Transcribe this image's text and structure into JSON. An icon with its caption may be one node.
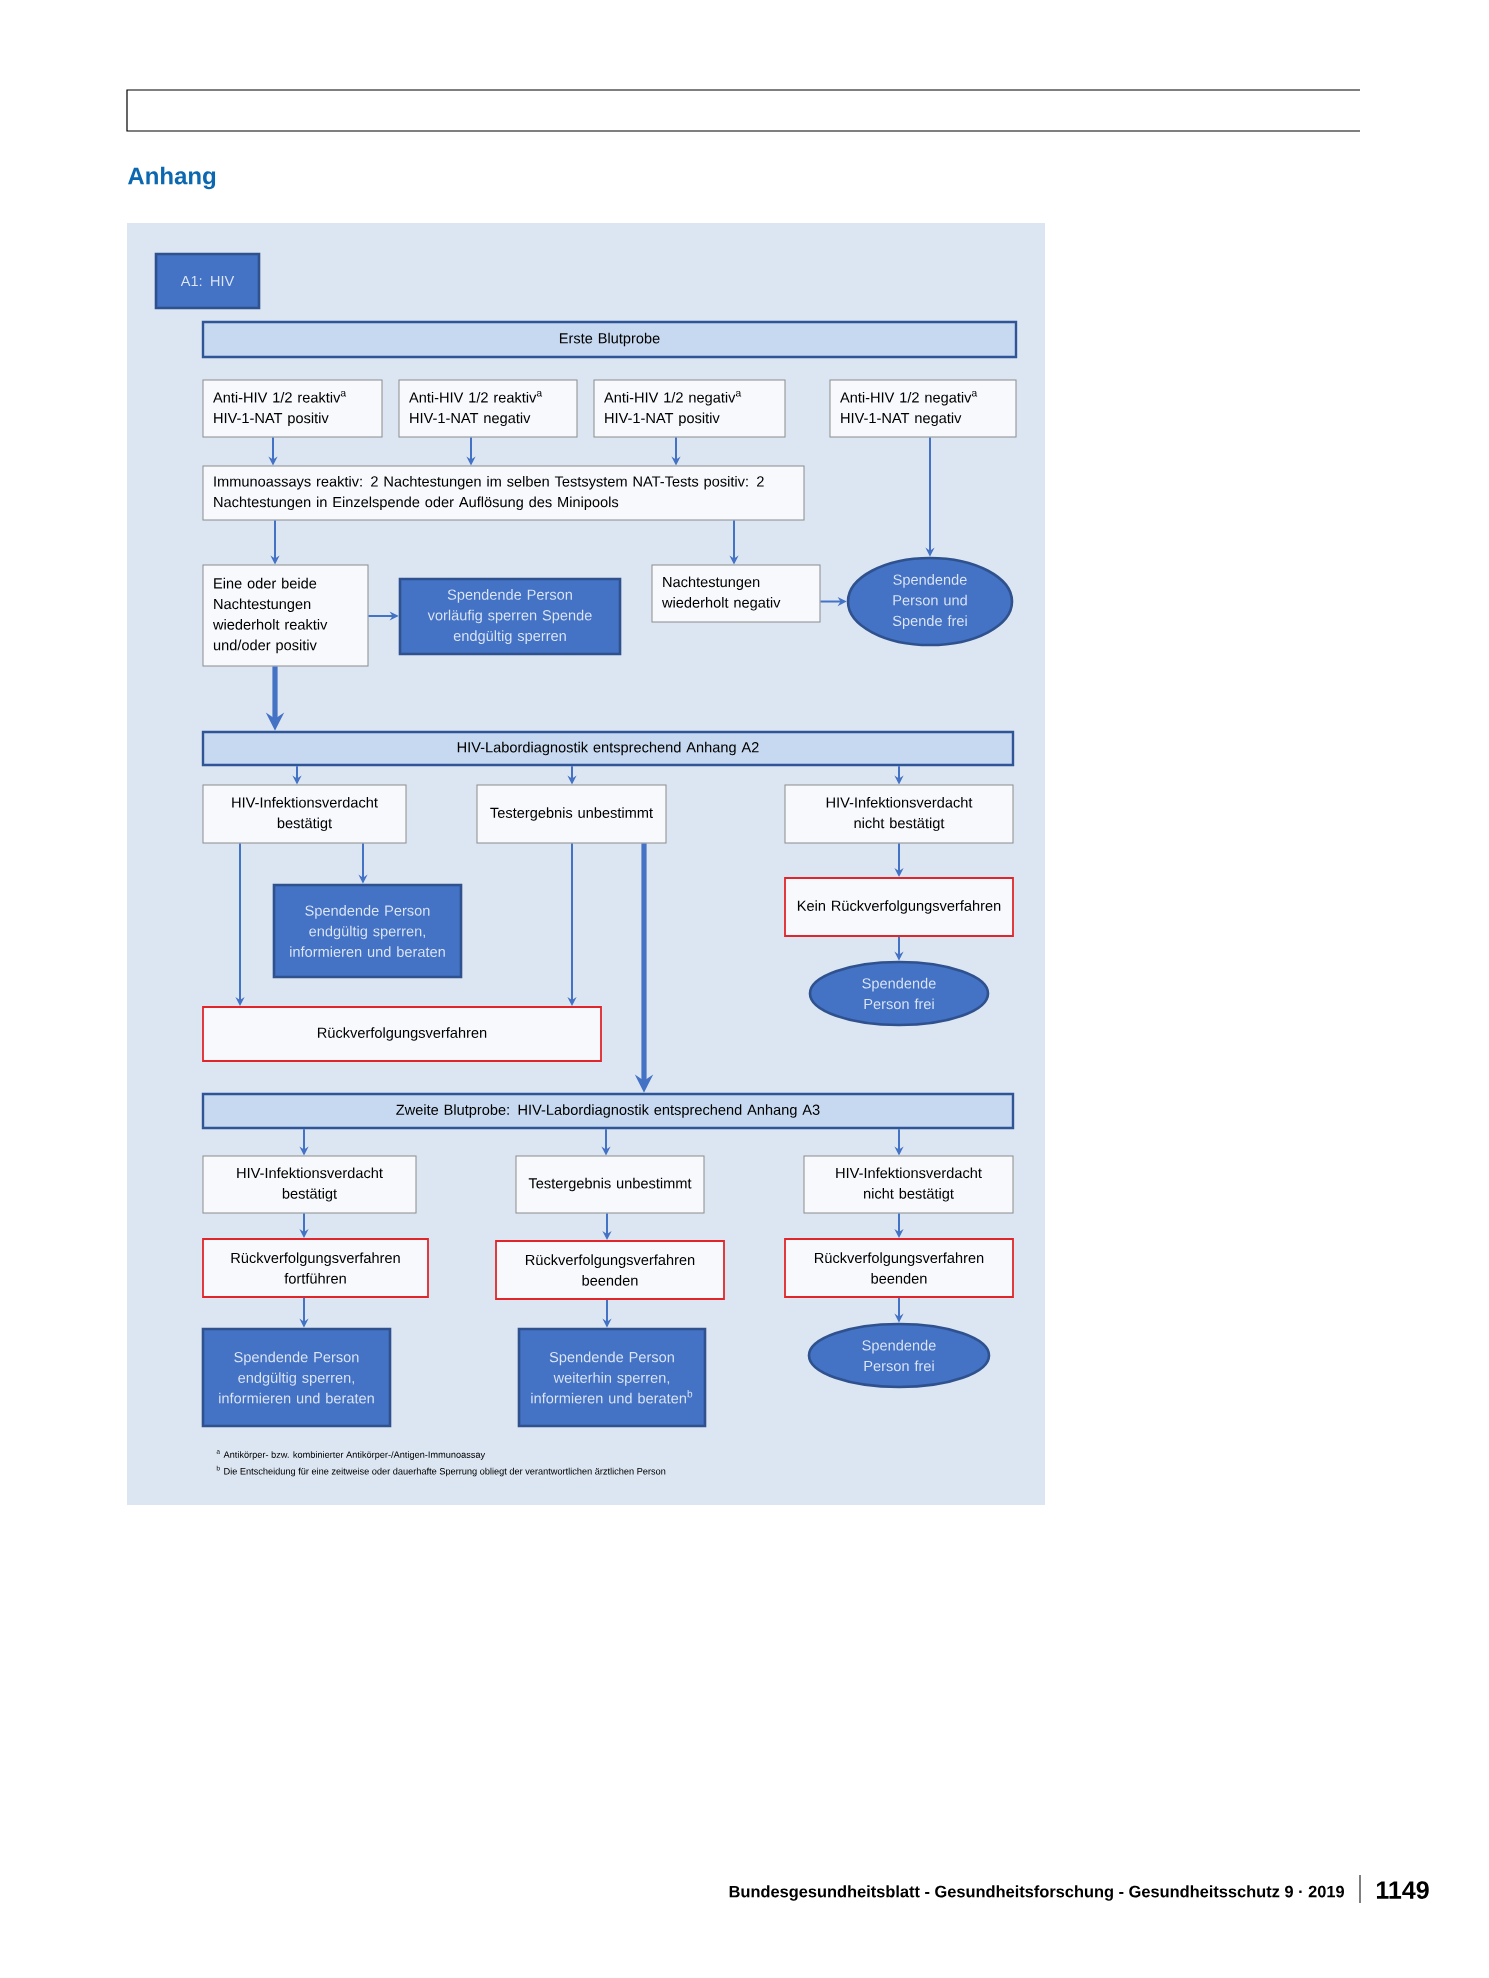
{
  "diagram": {
    "title": "Anhang",
    "nodes": [
      {
        "text": [
          "A1: HIV"
        ]
      },
      {
        "text": [
          "Erste Blutprobe"
        ]
      },
      {
        "text": [
          "Anti-HIV 1/2 reaktiv$^{a}$ HIV-1-NAT positiv"
        ]
      },
      {
        "text": [
          "Anti-HIV 1/2 reaktiv$^{a}$ HIV-1-NAT negativ"
        ]
      },
      {
        "text": [
          "Anti-HIV 1/2 negativ$^{a}$ HIV-1-NAT positiv"
        ]
      },
      {
        "text": [
          "Anti-HIV 1/2 negativ$^{a}$ HIV-1-NAT negativ"
        ]
      },
      {
        "text": [
          "Immunoassays reaktiv: 2 Nachtestungen im selben Testsystem NAT-Tests positiv: 2 Nachtestungen in Einzelspende oder Auflösung des Minipools"
        ]
      },
      {
        "text": [
          "Eine oder beide Nachtestungen wiederholt reaktiv und/oder positiv"
        ]
      },
      {
        "text": [
          "Spendende Person vorläufig sperren Spende endgültig sperren"
        ]
      },
      {
        "text": [
          "Nachtestungen wiederholt negativ"
        ]
      },
      {
        "text": [
          "Spendende Person und Spende frei"
        ]
      },
      {
        "text": [
          "HIV-Labordiagnostik entsprechend Anhang A2"
        ]
      },
      {
        "text": [
          "HIV-Infektionsverdacht bestätigt"
        ]
      },
      {
        "text": [
          "Testergebnis unbestimmt"
        ]
      },
      {
        "text": [
          "HIV-Infektionsverdacht nicht bestätigt"
        ]
      },
      {
        "text": [
          "Spendende Person endgültig sperren, informieren und beraten"
        ]
      },
      {
        "text": [
          "Kein Rückverfolgungsverfahren"
        ]
      },
      {
        "text": [
          "Spendende Person frei"
        ]
      },
      {
        "text": [
          "Rückverfolgungsverfahren"
        ]
      },
      {
        "text": [
          "Zweite Blutprobe: HIV-Labordiagnostik entsprechend Anhang A3"
        ]
      },
      {
        "text": [
          "HIV-Infektionsverdacht bestätigt"
        ]
      },
      {
        "text": [
          "Testergebnis unbestimmt"
        ]
      },
      {
        "text": [
          "HIV-Infektionsverdacht nicht bestätigt"
        ]
      },
      {
        "text": [
          "Rückverfolgungsverfahren fortführen"
        ]
      },
      {
        "text": [
          "Rückverfolgungsverfahren beenden"
        ]
      },
      {
        "text": [
          "Rückverfolgungsverfahren beenden"
        ]
      },
      {
        "text": [
          "Spendende Person endgültig sperren, informieren und beraten"
        ]
      },
      {
        "text": [
          "Spendende Person weiterhin sperren, informieren und beraten$^{b}$"
        ]
      },
      {
        "text": [
          "Spendende Person frei"
        ]
      }
    ],
    "edges": [
      {
        "from": 2,
        "to": 6,
        "arrow": "to"
      },
      {
        "from": 3,
        "to": 6,
        "arrow": "to"
      },
      {
        "from": 4,
        "to": 6,
        "arrow": "to"
      },
      {
        "from": 5,
        "to": 10,
        "arrow": "to"
      },
      {
        "from": 6,
        "to": 7,
        "arrow": "to"
      },
      {
        "from": 6,
        "to": 9,
        "arrow": "to"
      },
      {
        "from": 7,
        "to": 8,
        "arrow": "to"
      },
      {
        "from": 9,
        "to": 10,
        "arrow": "to"
      },
      {
        "from": 7,
        "to": 11,
        "arrow": "to",
        "style": "thick"
      },
      {
        "from": 11,
        "to": 12,
        "arrow": "to"
      },
      {
        "from": 11,
        "to": 13,
        "arrow": "to"
      },
      {
        "from": 11,
        "to": 14,
        "arrow": "to"
      },
      {
        "from": 12,
        "to": 15,
        "arrow": "to"
      },
      {
        "from": 12,
        "to": 18,
        "arrow": "to"
      },
      {
        "from": 13,
        "to": 18,
        "arrow": "to"
      },
      {
        "from": 13,
        "to": 19,
        "arrow": "to",
        "style": "thick"
      },
      {
        "from": 14,
        "to": 16,
        "arrow": "to"
      },
      {
        "from": 16,
        "to": 17,
        "arrow": "to"
      },
      {
        "from": 19,
        "to": 20,
        "arrow": "to"
      },
      {
        "from": 19,
        "to": 21,
        "arrow": "to"
      },
      {
        "from": 19,
        "to": 22,
        "arrow": "to"
      },
      {
        "from": 20,
        "to": 23,
        "arrow": "to"
      },
      {
        "from": 21,
        "to": 24,
        "arrow": "to"
      },
      {
        "from": 22,
        "to": 25,
        "arrow": "to"
      },
      {
        "from": 23,
        "to": 26,
        "arrow": "to"
      },
      {
        "from": 24,
        "to": 27,
        "arrow": "to"
      },
      {
        "from": 25,
        "to": 28,
        "arrow": "to"
      }
    ],
    "labels": [
      "$^{a}$ Antikörper- bzw. kombinierter Antikörper-/Antigen-Immunoassay",
      "$^{b}$ Die Entscheidung für eine zeitweise oder dauerhafte Sperrung obliegt der verantwortlichen ärztlichen Person",
      "Bundesgesundheitsblatt - Gesundheitsforschung - Gesundheitsschutz 9 · 2019",
      "1149"
    ]
  }
}
